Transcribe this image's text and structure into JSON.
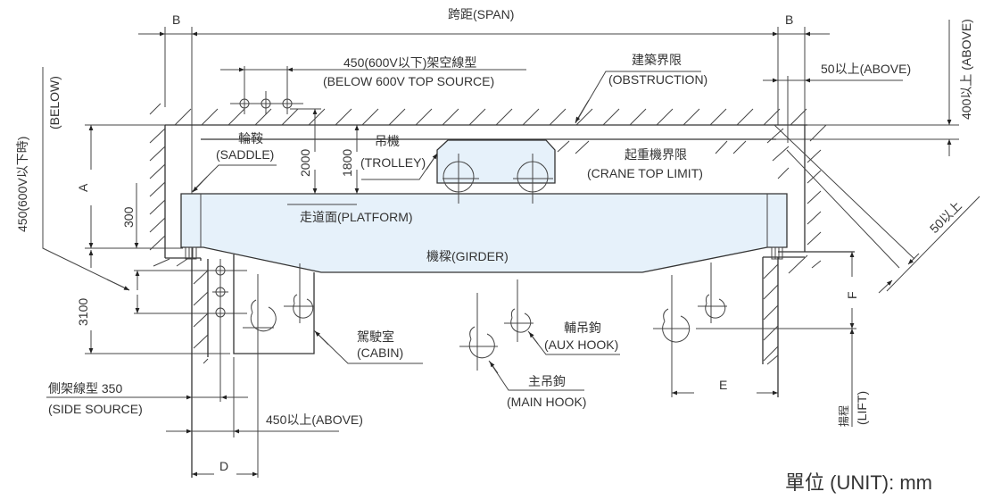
{
  "diagram": {
    "title": "Overhead Crane Clearance Dimensions",
    "colors": {
      "line": "#333333",
      "structure_fill": "#e6f1fa",
      "background": "#ffffff"
    },
    "labels": {
      "span": "跨距(SPAN)",
      "b_left": "B",
      "b_right": "B",
      "top_source_cn": "450(600V以下)架空線型",
      "top_source_en": "(BELOW 600V TOP SOURCE)",
      "obstruction_cn": "建築界限",
      "obstruction_en": "(OBSTRUCTION)",
      "above_50": "50以上(ABOVE)",
      "above_400": "400以上 (ABOVE)",
      "below": "(BELOW)",
      "below_450": "450(600V以下時)",
      "saddle_cn": "輪鞍",
      "saddle_en": "(SADDLE)",
      "trolley_cn": "吊機",
      "trolley_en": "(TROLLEY)",
      "crane_top_limit_cn": "起重機界限",
      "crane_top_limit_en": "(CRANE TOP LIMIT)",
      "platform": "走道面(PLATFORM)",
      "girder": "機樑(GIRDER)",
      "dim_a": "A",
      "dim_300": "300",
      "dim_2000": "2000",
      "dim_1800": "1800",
      "dim_3100": "3100",
      "dim_50_diag": "50以上",
      "dim_f": "F",
      "lift": "揚程",
      "lift_en": "(LIFT)",
      "cabin_cn": "駕駛室",
      "cabin_en": "(CABIN)",
      "aux_hook_cn": "輔吊鉤",
      "aux_hook_en": "(AUX HOOK)",
      "main_hook_cn": "主吊鉤",
      "main_hook_en": "(MAIN HOOK)",
      "dim_e": "E",
      "side_source_cn": "側架線型  350",
      "side_source_en": "(SIDE SOURCE)",
      "above_450": "450以上(ABOVE)",
      "dim_d": "D",
      "unit": "單位  (UNIT): mm"
    },
    "icons": [
      "hook-icon",
      "wheel-icon",
      "power-line-icon",
      "hatch-pattern"
    ]
  }
}
